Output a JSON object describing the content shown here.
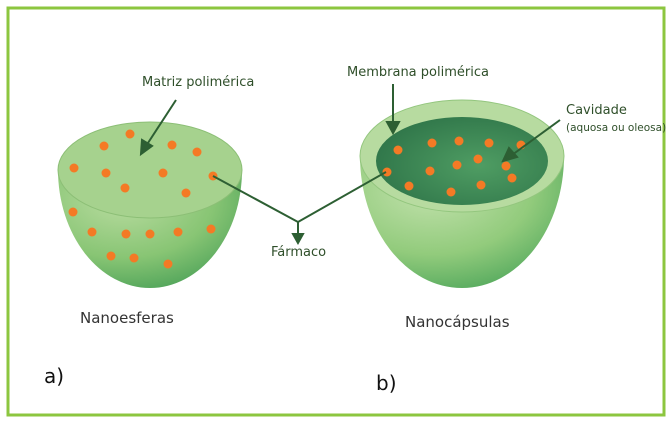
{
  "colors": {
    "frame": "#8cc63f",
    "shell_light": "#a8d28c",
    "shell_mid": "#7fbf6a",
    "shell_dark": "#2f8a45",
    "cavity": "#2f7a4e",
    "dot": "#f47a25",
    "arrow": "#2d5f33"
  },
  "labels": {
    "matrix": "Matriz polimérica",
    "membrane": "Membrana polimérica",
    "cavity": "Cavidade",
    "cavity_detail": "(aquosa ou oleosa)",
    "drug": "Fármaco",
    "nanospheres": "Nanoesferas",
    "nanocapsules": "Nanocápsulas",
    "part_a": "a)",
    "part_b": "b)"
  }
}
